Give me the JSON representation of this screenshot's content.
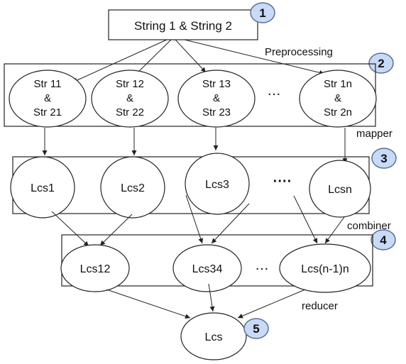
{
  "colors": {
    "badge_fill": "#c9daf8",
    "badge_stroke": "#5b6f8f",
    "stroke": "#222222"
  },
  "top": {
    "label": "String 1 & String 2",
    "step": "1"
  },
  "preprocessing": {
    "caption": "Preprocessing",
    "step": "2",
    "nodes": [
      {
        "lines": [
          "Str 11",
          "&",
          "Str 21"
        ]
      },
      {
        "lines": [
          "Str 12",
          "&",
          "Str 22"
        ]
      },
      {
        "lines": [
          "Str 13",
          "&",
          "Str 23"
        ]
      },
      {
        "lines": [
          "Str 1n",
          "&",
          "Str 2n"
        ]
      }
    ],
    "ellipsis": "…"
  },
  "mapper": {
    "caption": "mapper",
    "step": "3",
    "nodes": [
      "Lcs1",
      "Lcs2",
      "Lcs3",
      "Lcsn"
    ],
    "ellipsis": "····"
  },
  "combiner": {
    "caption": "combiner",
    "step": "4",
    "nodes": [
      "Lcs12",
      "Lcs34",
      "Lcs(n-1)n"
    ],
    "ellipsis": "…"
  },
  "reducer": {
    "caption": "reducer",
    "step": "5",
    "node": "Lcs"
  }
}
